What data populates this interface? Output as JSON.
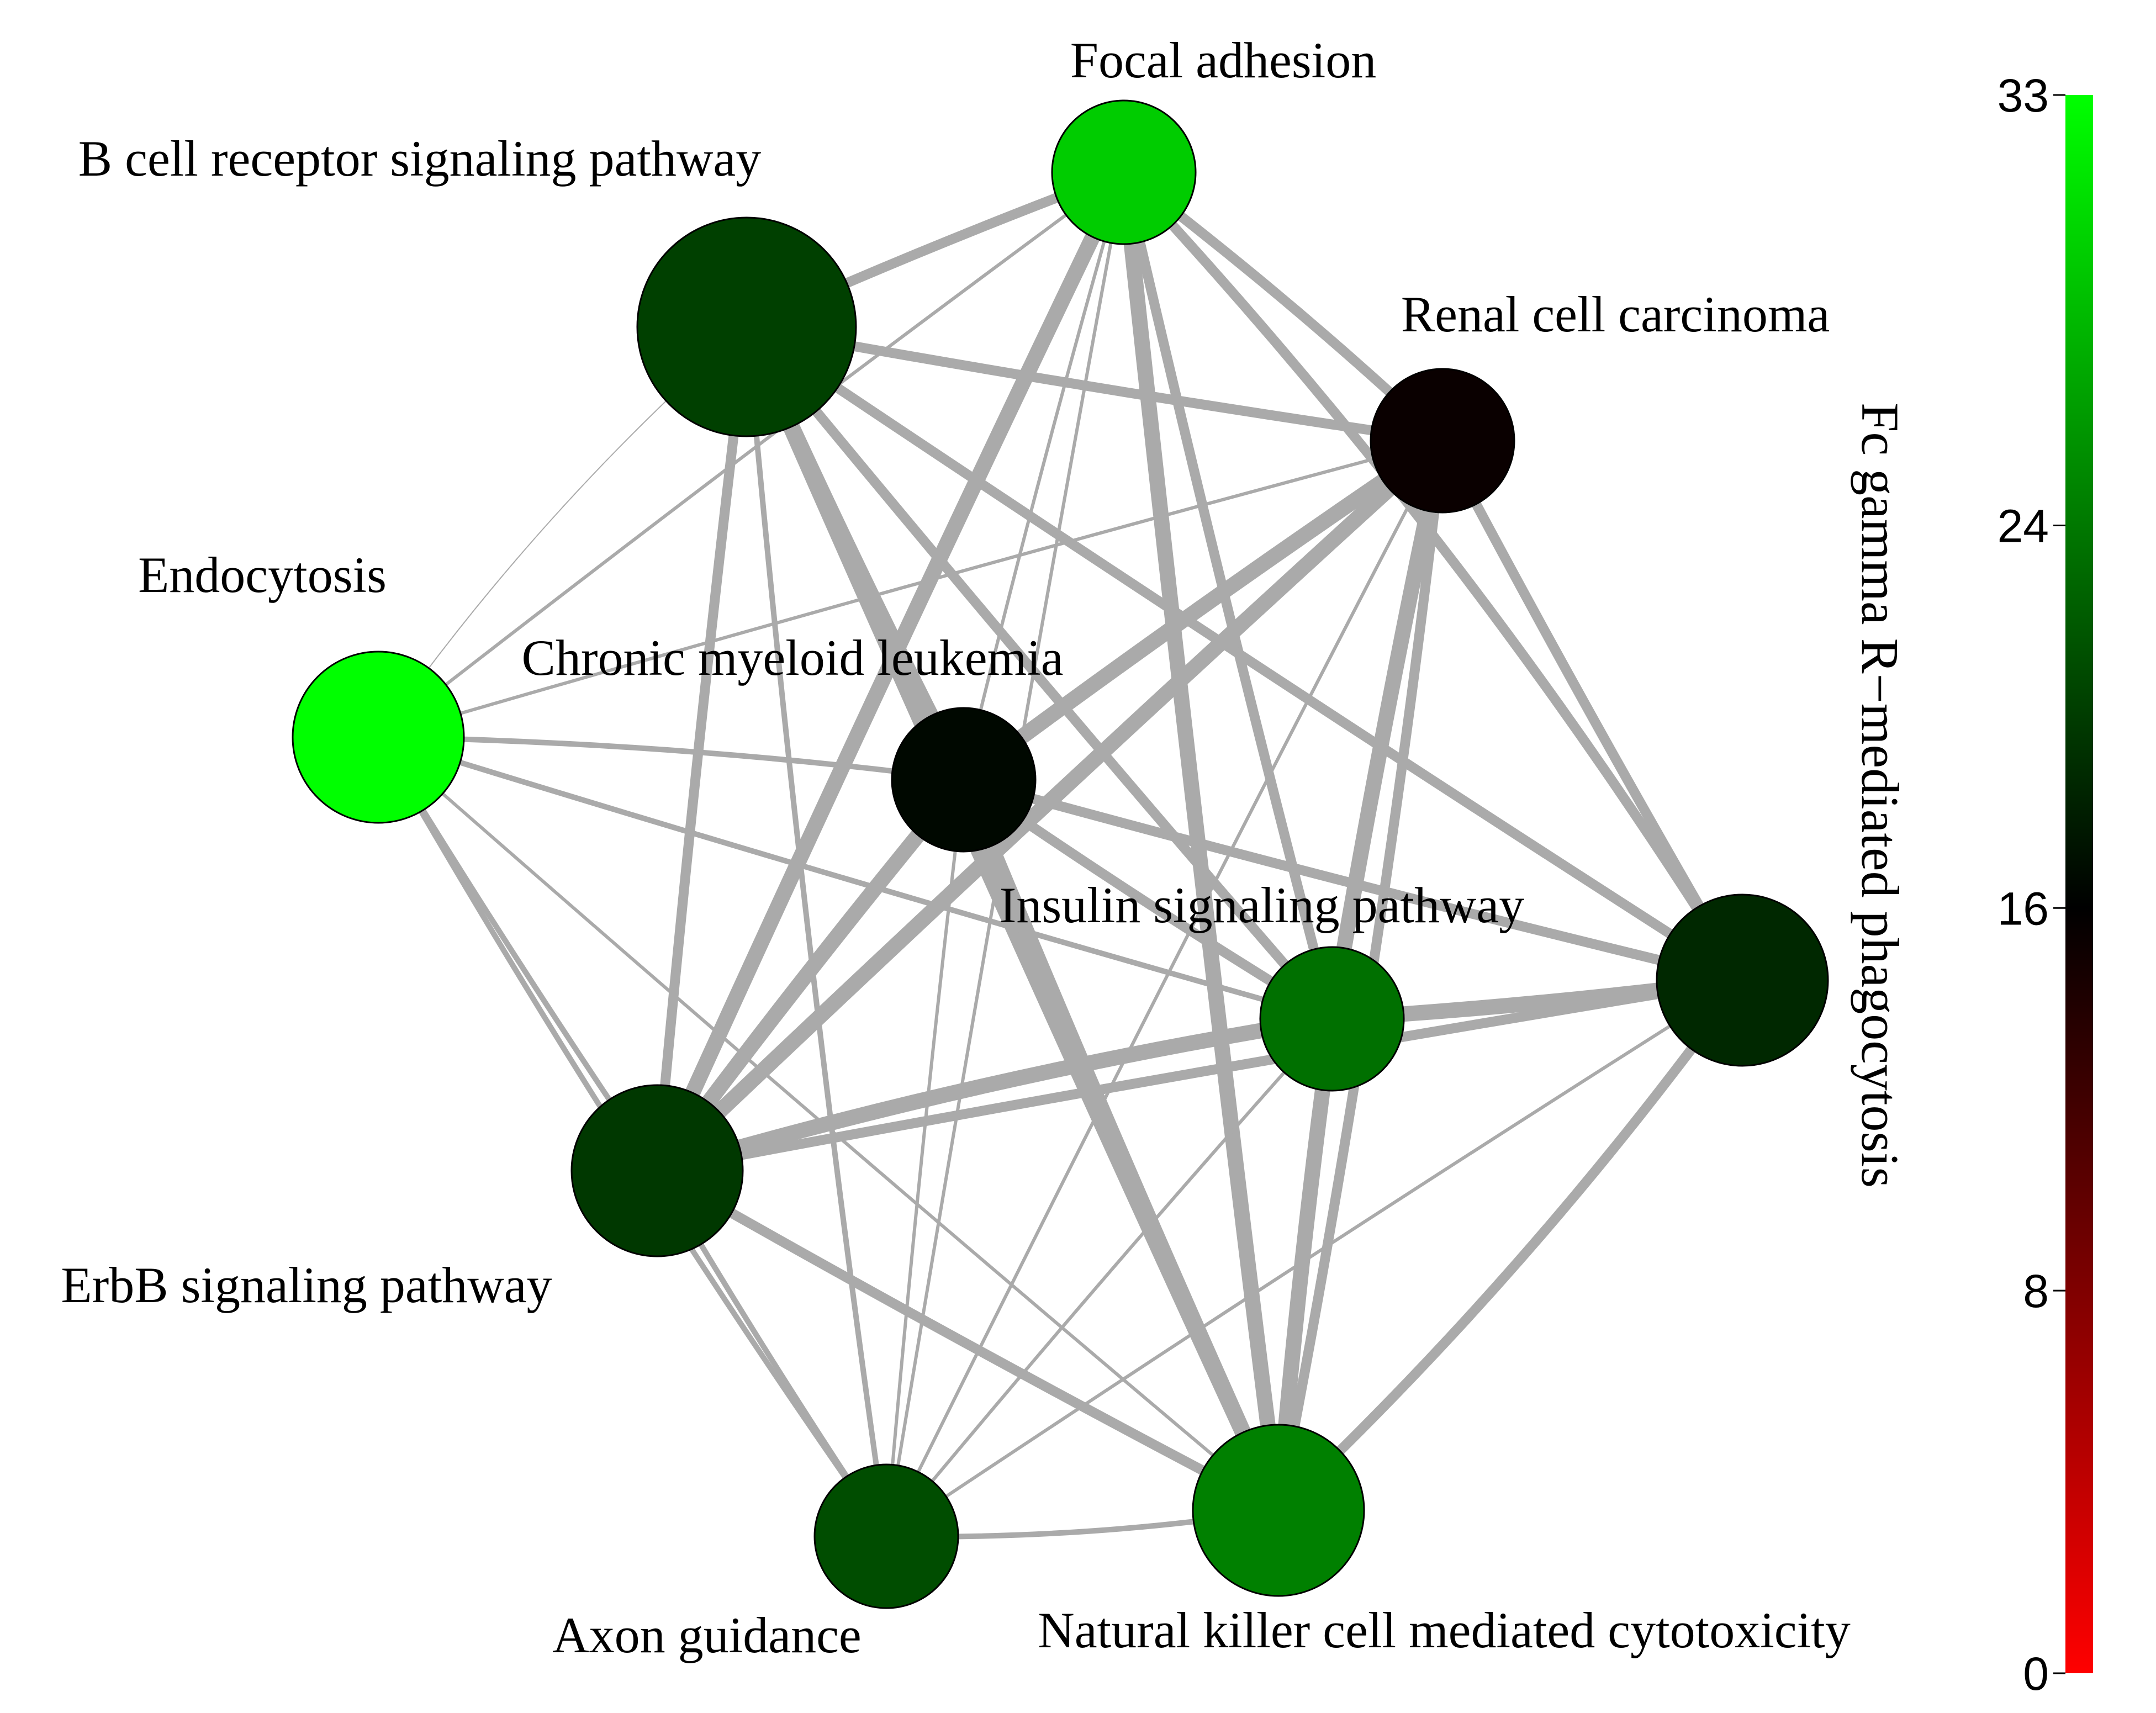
{
  "legend": {
    "title": "Fc gamma R−mediated phagocytosis",
    "min": 0,
    "max": 33,
    "ticks": [
      0,
      8,
      16,
      24,
      33
    ],
    "low_color": "#ff0000",
    "mid_color": "#000000",
    "high_color": "#00ff00"
  },
  "edge_color": "#aaaaaa",
  "nodes": [
    {
      "id": "focal",
      "label": "Focal adhesion",
      "value": 30,
      "color": "#00cc00",
      "size": "small"
    },
    {
      "id": "bcell",
      "label": "B cell receptor signaling pathway",
      "value": 20,
      "color": "#004000",
      "size": "large"
    },
    {
      "id": "renal",
      "label": "Renal cell carcinoma",
      "value": 15.5,
      "color": "#0a0000",
      "size": "small"
    },
    {
      "id": "endo",
      "label": "Endocytosis",
      "value": 33,
      "color": "#00ff00",
      "size": "medium"
    },
    {
      "id": "cml",
      "label": "Chronic myeloid leukemia",
      "value": 16.5,
      "color": "#000800",
      "size": "small"
    },
    {
      "id": "insulin",
      "label": "Insulin signaling pathway",
      "value": 24,
      "color": "#007000",
      "size": "small"
    },
    {
      "id": "fcgr",
      "label": "",
      "value": 19,
      "color": "#002800",
      "size": "medium"
    },
    {
      "id": "erbb",
      "label": "ErbB signaling pathway",
      "value": 20,
      "color": "#003800",
      "size": "medium"
    },
    {
      "id": "axon",
      "label": "Axon guidance",
      "value": 21,
      "color": "#004d00",
      "size": "small"
    },
    {
      "id": "nk",
      "label": "Natural killer cell mediated cytotoxicity",
      "value": 25,
      "color": "#008000",
      "size": "medium"
    }
  ],
  "edges": [
    [
      "focal",
      "bcell",
      "thick"
    ],
    [
      "focal",
      "renal",
      "thick"
    ],
    [
      "focal",
      "endo",
      "thin"
    ],
    [
      "focal",
      "cml",
      "thin"
    ],
    [
      "focal",
      "insulin",
      "thick"
    ],
    [
      "focal",
      "fcgr",
      "thick"
    ],
    [
      "focal",
      "erbb",
      "heavy"
    ],
    [
      "focal",
      "axon",
      "thin"
    ],
    [
      "focal",
      "nk",
      "heavy"
    ],
    [
      "bcell",
      "renal",
      "thick"
    ],
    [
      "bcell",
      "endo",
      "hair"
    ],
    [
      "bcell",
      "cml",
      "heavy"
    ],
    [
      "bcell",
      "insulin",
      "thick"
    ],
    [
      "bcell",
      "fcgr",
      "thick"
    ],
    [
      "bcell",
      "erbb",
      "thick"
    ],
    [
      "bcell",
      "axon",
      "medium"
    ],
    [
      "bcell",
      "nk",
      "heavy"
    ],
    [
      "renal",
      "endo",
      "thin"
    ],
    [
      "renal",
      "cml",
      "heavy"
    ],
    [
      "renal",
      "insulin",
      "heavy"
    ],
    [
      "renal",
      "fcgr",
      "thick"
    ],
    [
      "renal",
      "erbb",
      "heavy"
    ],
    [
      "renal",
      "axon",
      "thin"
    ],
    [
      "renal",
      "nk",
      "thick"
    ],
    [
      "endo",
      "cml",
      "medium"
    ],
    [
      "endo",
      "insulin",
      "medium"
    ],
    [
      "endo",
      "erbb",
      "medium"
    ],
    [
      "endo",
      "axon",
      "medium"
    ],
    [
      "endo",
      "nk",
      "thin"
    ],
    [
      "cml",
      "insulin",
      "thick"
    ],
    [
      "cml",
      "fcgr",
      "thick"
    ],
    [
      "cml",
      "erbb",
      "heavy"
    ],
    [
      "cml",
      "axon",
      "thin"
    ],
    [
      "cml",
      "nk",
      "heavy"
    ],
    [
      "insulin",
      "fcgr",
      "heavy"
    ],
    [
      "insulin",
      "erbb",
      "heavy"
    ],
    [
      "insulin",
      "axon",
      "thin"
    ],
    [
      "insulin",
      "nk",
      "heavy"
    ],
    [
      "fcgr",
      "erbb",
      "thick"
    ],
    [
      "fcgr",
      "axon",
      "thin"
    ],
    [
      "fcgr",
      "nk",
      "thick"
    ],
    [
      "erbb",
      "axon",
      "medium"
    ],
    [
      "erbb",
      "nk",
      "thick"
    ],
    [
      "axon",
      "nk",
      "medium"
    ]
  ]
}
